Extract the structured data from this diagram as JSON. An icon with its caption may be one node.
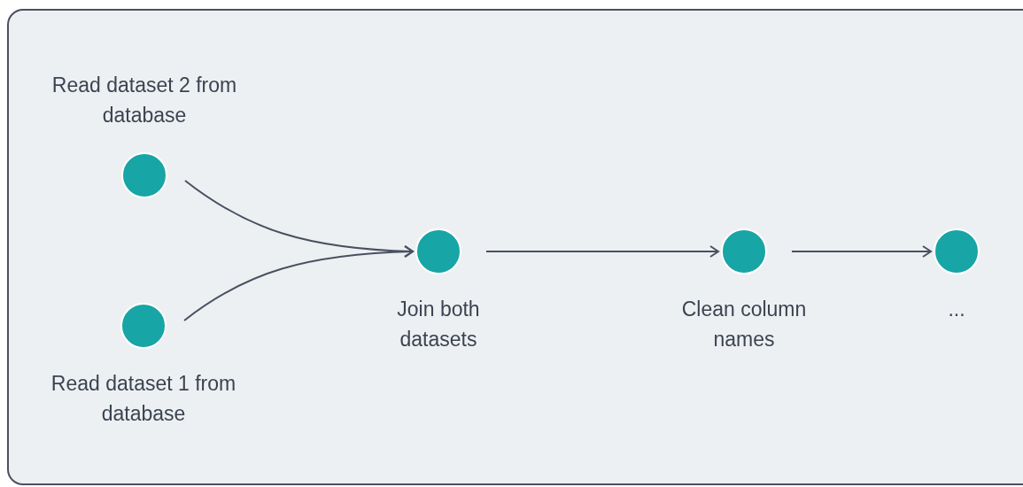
{
  "diagram": {
    "nodes": [
      {
        "text": [
          "Read dataset 2 from database"
        ]
      },
      {
        "text": [
          "Read dataset 1 from database"
        ]
      },
      {
        "text": [
          "Join both datasets"
        ]
      },
      {
        "text": [
          "Clean column names"
        ]
      },
      {
        "text": [
          "..."
        ]
      }
    ],
    "edges": [
      {
        "from": 0,
        "to": 2,
        "arrow": "to"
      },
      {
        "from": 1,
        "to": 2,
        "arrow": "to"
      },
      {
        "from": 2,
        "to": 3,
        "arrow": "to"
      },
      {
        "from": 3,
        "to": 4,
        "arrow": "to"
      }
    ]
  }
}
